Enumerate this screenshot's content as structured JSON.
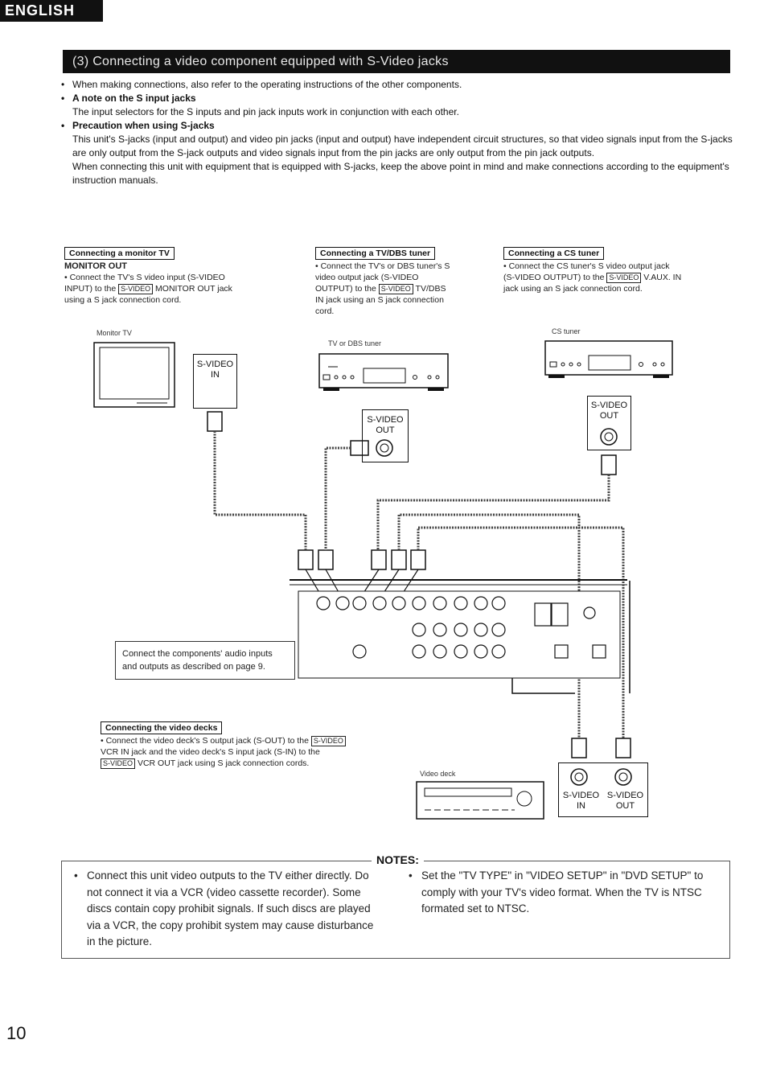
{
  "lang_tab": "ENGLISH",
  "title": "(3) Connecting a video component equipped with S-Video jacks",
  "intro": {
    "b1": "When making connections, also refer to the operating instructions of the other components.",
    "b2_head": "A note on the S input jacks",
    "b2_text": "The input selectors for the S inputs and pin jack inputs work in conjunction with each other.",
    "b3_head": "Precaution when using S-jacks",
    "b3_text1": "This unit's S-jacks (input and output) and video pin jacks (input and output) have independent circuit structures, so that video signals input  from the S-jacks are only output from the S-jack outputs and video signals input from the pin jacks are only output from the pin jack outputs.",
    "b3_text2": "When connecting this unit with equipment that is equipped with S-jacks, keep the above point in mind and make connections according to the equipment's instruction manuals."
  },
  "monitor": {
    "head": "Connecting a monitor TV",
    "sub": "MONITOR OUT",
    "t1": "Connect the TV's S video input (S-VIDEO INPUT) to the",
    "jack": "S-VIDEO",
    "t2": "MONITOR OUT jack using a S jack connection cord.",
    "device_label": "Monitor TV",
    "jack_label_line1": "S-VIDEO",
    "jack_label_line2": "IN"
  },
  "tuner": {
    "head": "Connecting a TV/DBS tuner",
    "t1": "Connect the TV's or DBS tuner's S video output jack (S-VIDEO OUTPUT) to the",
    "jack": "S-VIDEO",
    "t2": "TV/DBS IN jack using an S jack connection cord.",
    "device_label": "TV or DBS tuner",
    "jack_label_line1": "S-VIDEO",
    "jack_label_line2": "OUT"
  },
  "cs": {
    "head": "Connecting a CS tuner",
    "t1": "Connect the CS tuner's S video output jack (S-VIDEO OUTPUT) to the",
    "jack": "S-VIDEO",
    "t2": "V.AUX. IN jack using an S jack connection cord.",
    "device_label": "CS tuner",
    "jack_label_line1": "S-VIDEO",
    "jack_label_line2": "OUT"
  },
  "video_decks": {
    "head": "Connecting the video decks",
    "t1": "Connect the video deck's S output jack (S-OUT) to the",
    "jack1": "S-VIDEO",
    "t2": "VCR IN jack and the video deck's S input jack (S-IN) to the",
    "jack2": "S-VIDEO",
    "t3": "VCR OUT jack using S jack connection cords.",
    "device_label": "Video deck",
    "in_line1": "S-VIDEO",
    "in_line2": "IN",
    "out_line1": "S-VIDEO",
    "out_line2": "OUT"
  },
  "audio_note": "Connect the components' audio inputs and outputs as described on page 9.",
  "notes": {
    "title": "NOTES:",
    "n1": "Connect this unit video outputs to the TV either directly. Do not connect it via a VCR (video cassette recorder). Some discs contain copy prohibit signals. If such discs are played via a VCR, the copy prohibit system may cause disturbance in the picture.",
    "n2": "Set the \"TV TYPE\" in \"VIDEO SETUP\" in \"DVD SETUP\" to comply with your TV's video format. When the TV is NTSC formated set to NTSC."
  },
  "page_number": "10"
}
